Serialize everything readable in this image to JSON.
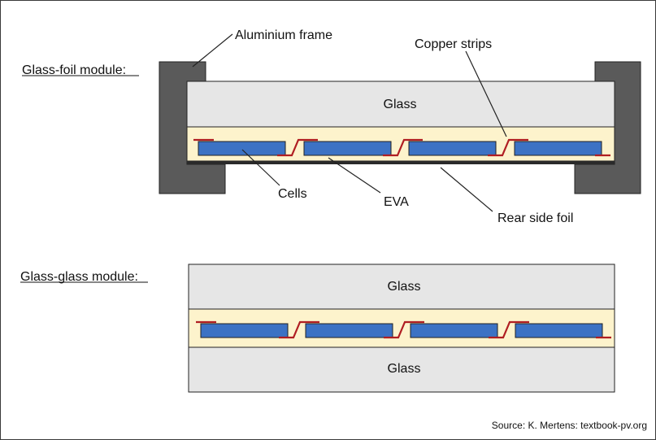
{
  "section_titles": {
    "glass_foil": "Glass-foil module:",
    "glass_glass": "Glass-glass module:"
  },
  "labels": {
    "aluminium_frame": "Aluminium frame",
    "copper_strips": "Copper strips",
    "glass": "Glass",
    "cells": "Cells",
    "eva": "EVA",
    "rear_side_foil": "Rear side foil"
  },
  "source": "Source: K. Mertens: textbook-pv.org",
  "colors": {
    "frame": "#5a5a5a",
    "glass": "#e6e6e6",
    "eva": "#fdf3cc",
    "cell": "#3c72c4",
    "copper": "#b01e22",
    "outline": "#222222"
  }
}
